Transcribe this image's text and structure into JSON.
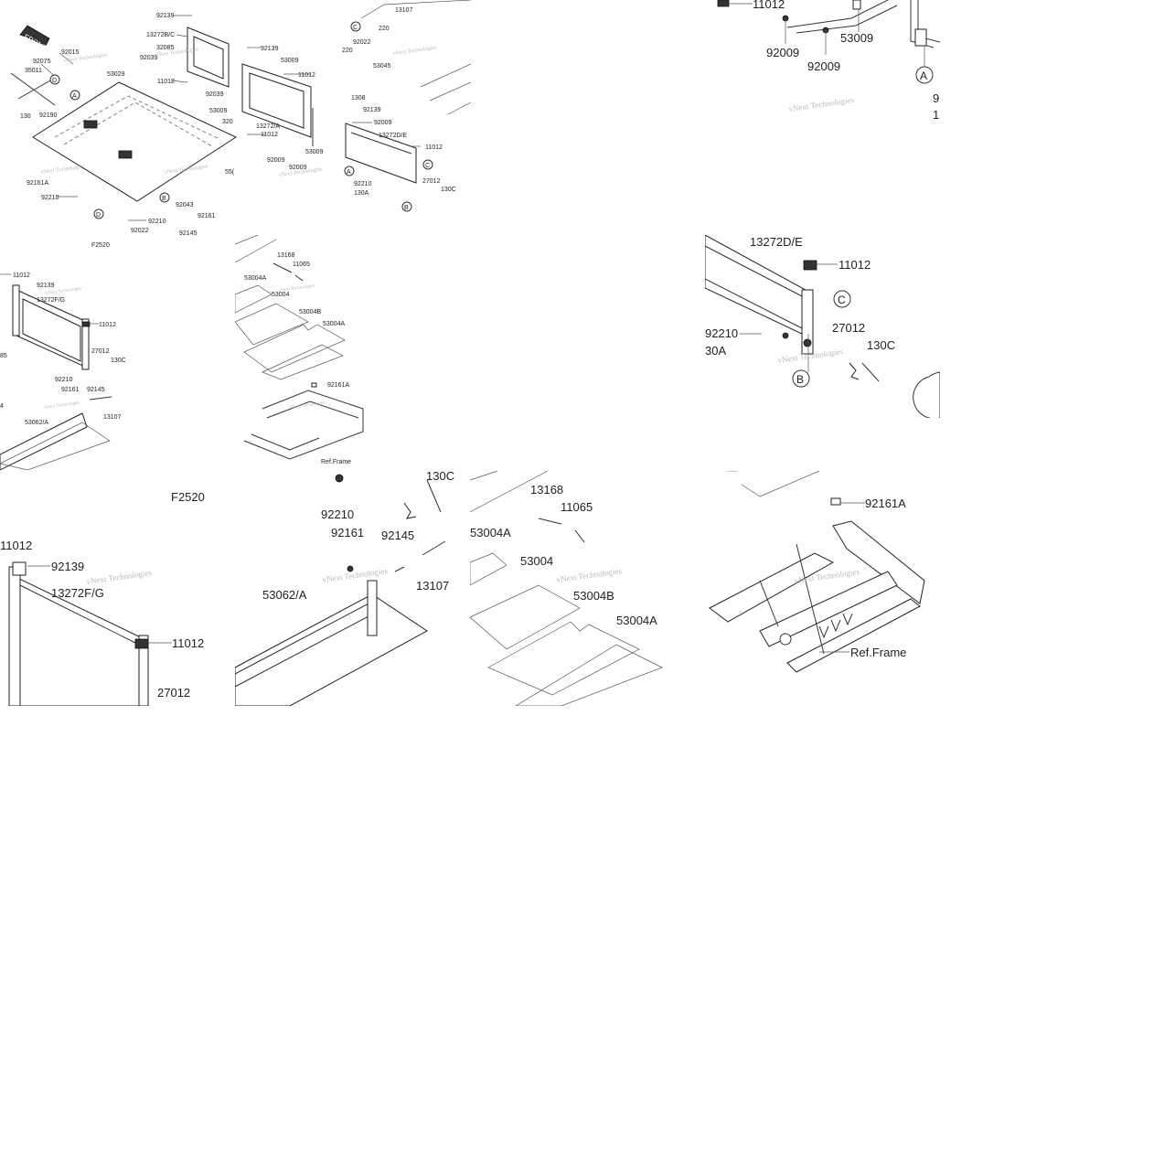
{
  "watermark": "vNext Technologies",
  "front_label": "FRONT",
  "figure_code": "F2520",
  "ref_frame": "Ref.Frame",
  "callouts": {
    "a": "A",
    "b": "B",
    "c": "C",
    "d": "D"
  },
  "overview_labels": {
    "l92139": "92139",
    "l13272bc": "13272B/C",
    "l32085": "32085",
    "l92039a": "92039",
    "l11012a": "11012",
    "l92039b": "92039",
    "l53009a": "53009",
    "l320": "320",
    "l92015": "92015",
    "l92075": "92075",
    "l35011": "35011",
    "l130": "130",
    "l92190": "92190",
    "l53029": "53029",
    "l92161a": "92161A",
    "l92210a": "92210",
    "l92210b": "92210",
    "l92022a": "92022",
    "l92043": "92043",
    "l92161": "92161",
    "l92145": "92145",
    "l55": "55(",
    "l92139b": "92139",
    "l53009b": "53009",
    "l11012b": "11012",
    "l13272a": "13272/A",
    "l11012c": "11012",
    "l92009a": "92009",
    "l92009b": "92009",
    "l53009c": "53009",
    "l1308": "1308",
    "l92139c": "92139",
    "l92009c": "92009",
    "l13272de": "13272D/E",
    "l11012d": "11012",
    "l27012": "27012",
    "l92210c": "92210",
    "l130a": "130A",
    "l130c": "130C",
    "l13107": "13107",
    "l220a": "220",
    "l92022b": "92022",
    "l220b": "220",
    "l53045": "53045"
  },
  "topright_labels": {
    "l11012": "11012",
    "l92009a": "92009",
    "l53009": "53009",
    "l92009b": "92009",
    "l9": "9",
    "l1": "1"
  },
  "row2a_labels": {
    "l11012a": "11012",
    "l92139": "92139",
    "l13272fg": "13272F/G",
    "l11012b": "11012",
    "l27012": "27012",
    "l130c": "130C",
    "l85": "85",
    "l92210": "92210",
    "l92161": "92161",
    "l92145": "92145",
    "l13107": "13107",
    "l4": "4",
    "l53062a": "53062/A"
  },
  "row2b_labels": {
    "l13168": "13168",
    "l11065": "11065",
    "l53004a1": "53004A",
    "l53004": "53004",
    "l53004b": "53004B",
    "l53004a2": "53004A",
    "l92161a": "92161A"
  },
  "zoomC_labels": {
    "l13272de": "13272D/E",
    "l11012": "11012",
    "l27012": "27012",
    "l130c": "130C",
    "l92210": "92210",
    "l30a": "30A"
  },
  "zoomD_labels": {
    "l11012a": "11012",
    "l92139": "92139",
    "l13272fg": "13272F/G",
    "l11012b": "11012",
    "l27012": "27012"
  },
  "zoomE_labels": {
    "l130c": "130C",
    "l92210": "92210",
    "l92161": "92161",
    "l92145": "92145",
    "l13107": "13107",
    "l53062a": "53062/A"
  },
  "zoomF_labels": {
    "l13168": "13168",
    "l11065": "11065",
    "l53004a1": "53004A",
    "l53004": "53004",
    "l53004b": "53004B",
    "l53004a2": "53004A"
  },
  "zoomG_labels": {
    "l92161a": "92161A"
  }
}
